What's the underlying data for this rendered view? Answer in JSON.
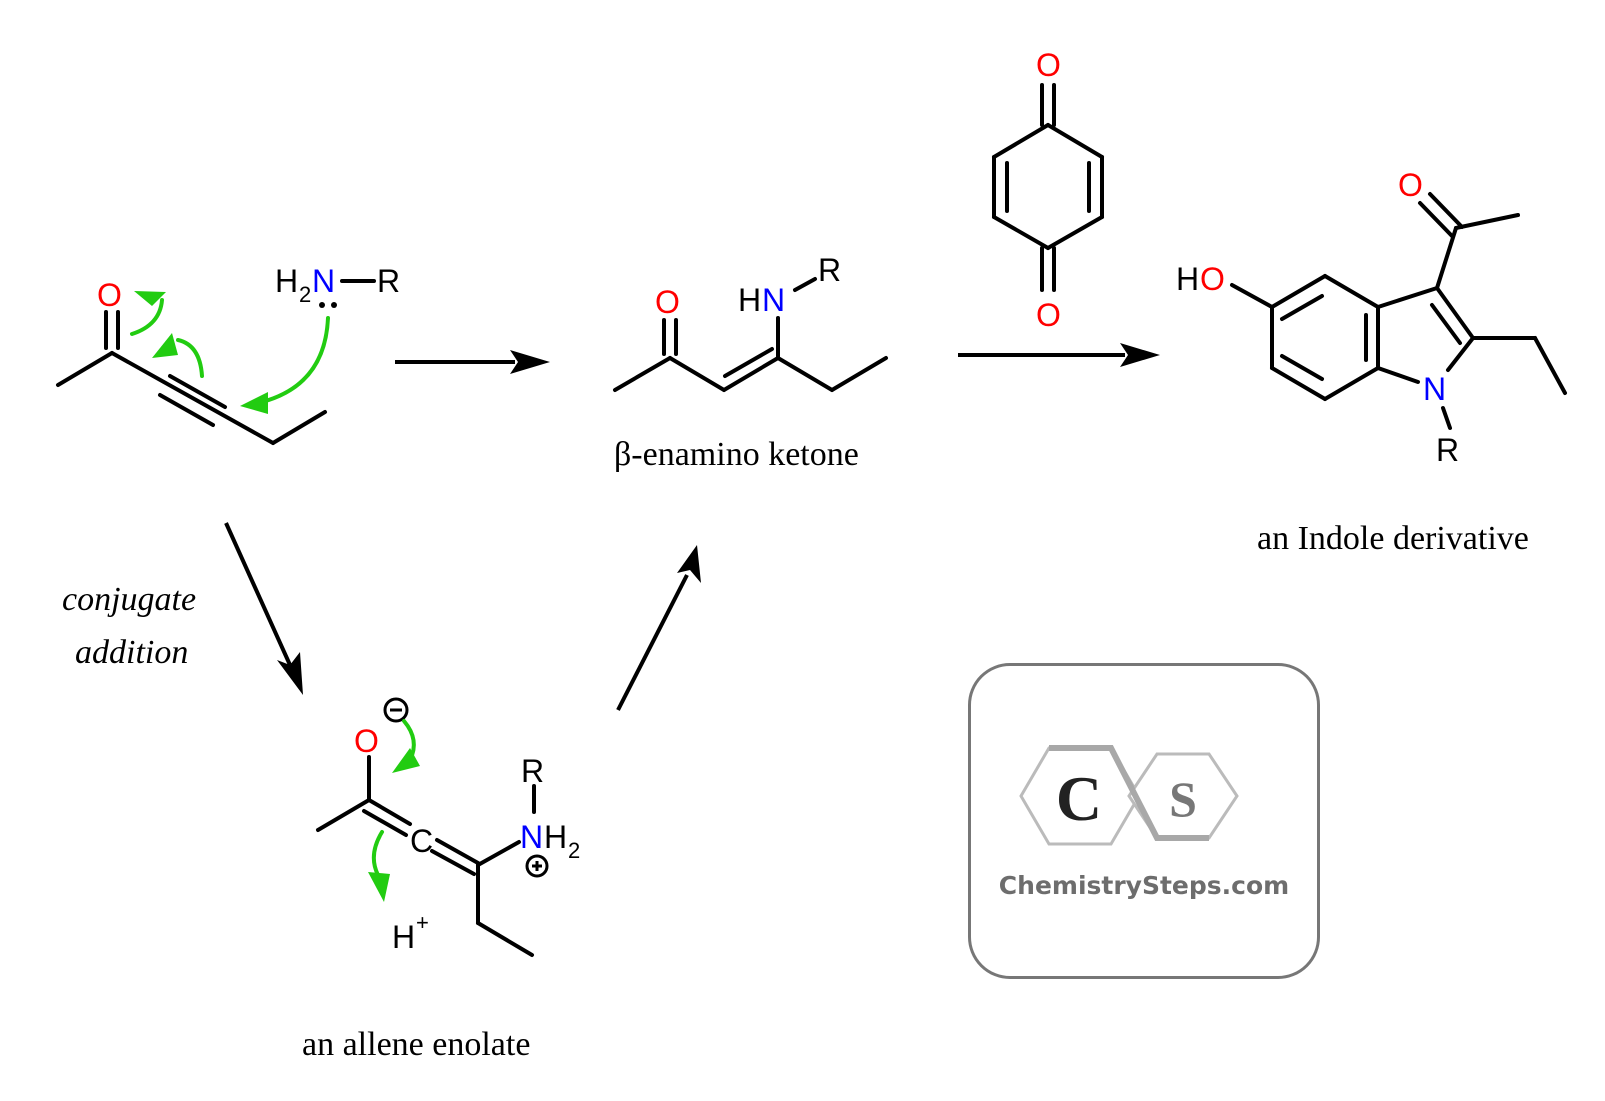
{
  "diagram": {
    "title": "Conjugate addition of amine to ynone and indole formation",
    "colors": {
      "oxygen": "#ff0000",
      "nitrogen": "#0000ff",
      "mechanism_arrow": "#22cc11",
      "bond": "#000000",
      "logo_gray": "#6d6d6d"
    },
    "reactant": {
      "oxygen": "O",
      "amine": {
        "h": "H",
        "h_sub": "2",
        "n": "N",
        "dash_r": "R",
        "lone_pair": "••"
      }
    },
    "enaminone": {
      "oxygen": "O",
      "nh": {
        "h": "H",
        "n": "N"
      },
      "r": "R",
      "label": "β-enamino ketone"
    },
    "quinone": {
      "o_top": "O",
      "o_bottom": "O"
    },
    "indole": {
      "ho": {
        "h": "H",
        "o": "O"
      },
      "carbonyl_o": "O",
      "n": "N",
      "r": "R",
      "label": "an Indole derivative"
    },
    "conditions": {
      "line1": "conjugate",
      "line2": "addition"
    },
    "allene_enolate": {
      "oxygen": "O",
      "minus": "−",
      "carbon": "C",
      "r": "R",
      "n": "N",
      "h2": "H",
      "h2_sub": "2",
      "plus": "+",
      "proton": "H",
      "proton_charge": "+",
      "label": "an allene enolate"
    },
    "logo": {
      "letter1": "C",
      "letter2": "S",
      "site": "ChemistrySteps.com"
    }
  }
}
